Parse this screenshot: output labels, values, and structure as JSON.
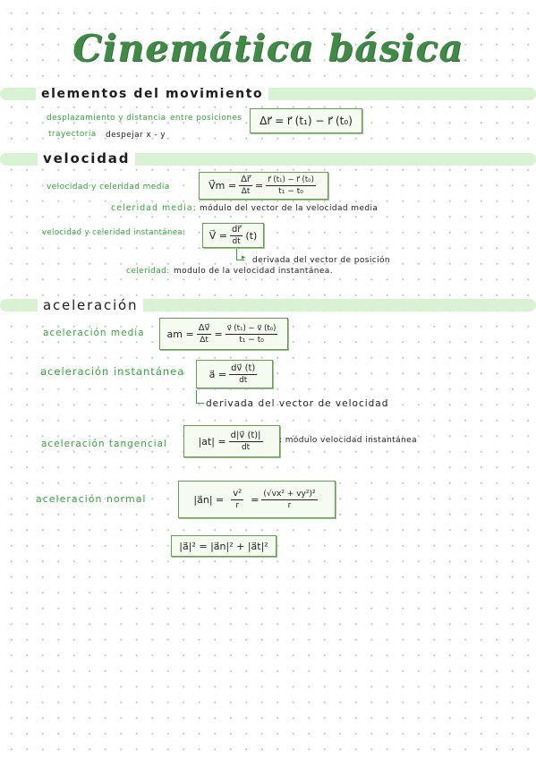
{
  "title": "Cinemática básica",
  "sections": {
    "elementos": {
      "heading": "elementos del movimiento",
      "desplazamiento_label": "desplazamiento y distancia",
      "desplazamiento_suffix": "entre posiciones",
      "desplazamiento_formula": "Δr⃗ = r⃗ (t₁) − r⃗ (t₀)",
      "trayectoria_label": "trayectoria",
      "trayectoria_note": "despejar x - y"
    },
    "velocidad": {
      "heading": "velocidad",
      "media_label": "velocidad y celeridad media",
      "media_lhs": "V⃗m =",
      "media_frac1_num": "Δr⃗",
      "media_frac1_den": "Δt",
      "media_eq": "=",
      "media_frac2_num": "r⃗ (t₁) − r⃗ (t₀)",
      "media_frac2_den": "t₁ − t₀",
      "celeridad_media_label": "celeridad media:",
      "celeridad_media_text": "módulo del vector de la velocidad media",
      "instantanea_label": "velocidad y celeridad instantánea:",
      "instantanea_lhs": "V⃗ =",
      "instantanea_num": "dr⃗",
      "instantanea_den": "dt",
      "instantanea_rhs": "(t)",
      "derivada_text": "derivada del vector de posición",
      "celeridad_label": "celeridad:",
      "celeridad_text": "modulo de la velocidad instantánea."
    },
    "aceleracion": {
      "heading": "aceleración",
      "media_label": "aceleración media",
      "media_lhs": "am =",
      "media_frac1_num": "Δv⃗",
      "media_frac1_den": "Δt",
      "media_eq": "=",
      "media_frac2_num": "v⃗ (t₁) − v⃗ (t₀)",
      "media_frac2_den": "t₁ − t₀",
      "inst_label": "aceleración instantánea",
      "inst_lhs": "a⃗ =",
      "inst_num": "dv⃗ (t)",
      "inst_den": "dt",
      "inst_derivada": "derivada del vector de velocidad",
      "tang_label": "aceleración tangencial",
      "tang_lhs": "|at| =",
      "tang_num": "d|v⃗ (t)|",
      "tang_den": "dt",
      "tang_note": ": módulo velocidad instantánea",
      "normal_label": "aceleración normal",
      "normal_lhs": "|a⃗n| =",
      "normal_frac1_num": "v²",
      "normal_frac1_den": "r",
      "normal_eq": "=",
      "normal_frac2_num": "(√vx² + vy²)²",
      "normal_frac2_den": "r",
      "total_formula": "|a⃗|² = |a⃗n|² + |a⃗t|²"
    }
  }
}
